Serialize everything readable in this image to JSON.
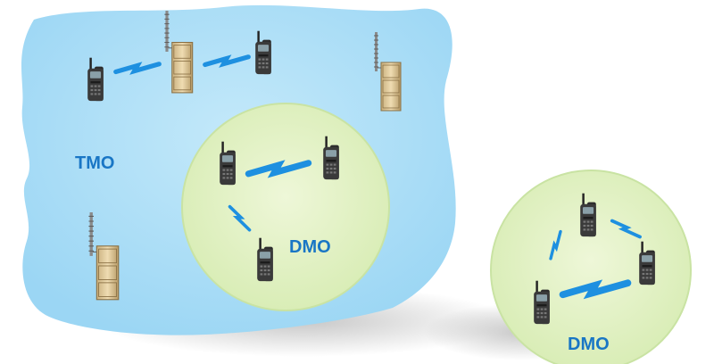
{
  "diagram": {
    "zones": {
      "tmo": {
        "label": "TMO"
      },
      "dmo_inner": {
        "label": "DMO"
      },
      "dmo_outer": {
        "label": "DMO"
      }
    },
    "colors": {
      "tmo_fill": "#aee0f7",
      "tmo_fill_deep": "#8fd2f3",
      "dmo_fill": "#e6f3c9",
      "dmo_edge": "#c8e3a0",
      "link": "#1e90e0",
      "label": "#1976c5",
      "radio_body": "#333333",
      "base_station": "#d9c49a"
    },
    "icons": {
      "radio": "handheld-radio-icon",
      "base_station": "base-station-icon",
      "link": "radio-link-icon"
    }
  }
}
